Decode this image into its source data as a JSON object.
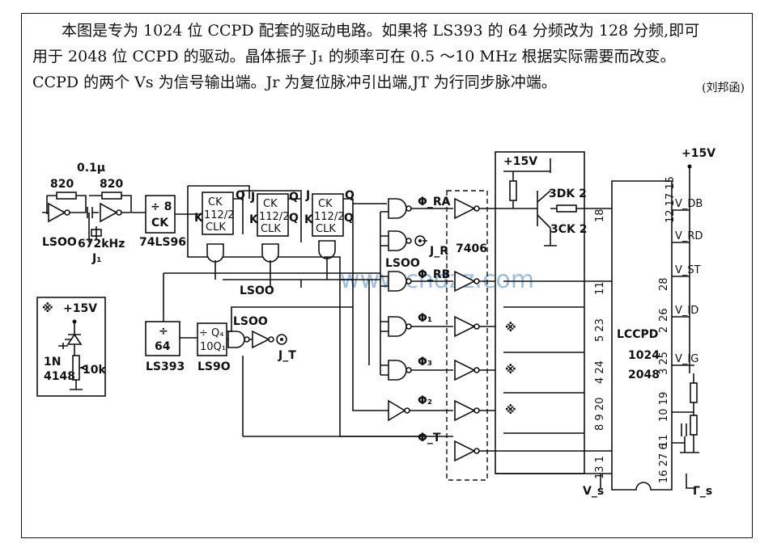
{
  "caption": {
    "line1": "本图是专为 1024 位 CCPD 配套的驱动电路。如果将 LS393 的 64 分频改为 128 分频,即可",
    "line2": "用于 2048 位 CCPD 的驱动。晶体振子 J₁ 的频率可在 0.5 ～10 MHz 根据实际需要而改变。",
    "line3": "CCPD 的两个 Vs 为信号输出端。Jr 为复位脉冲引出端,JT 为行同步脉冲端。",
    "credit": "(刘邦函)"
  },
  "watermark": "www.cndzz.com",
  "oscillator": {
    "r1": "820",
    "r2": "820",
    "cap": "0.1μ",
    "gate": "LSOO",
    "freq": "672kHz",
    "crystal": "J₁"
  },
  "divider": {
    "line1": "÷ 8",
    "line2": "CK",
    "part": "74LS96"
  },
  "flipflops": [
    {
      "ck": "CK",
      "type": "112/2",
      "clk": "CLK",
      "q": "Q",
      "k": "K"
    },
    {
      "ck": "CK",
      "type": "112/2",
      "clk": "CLK",
      "q": "Q",
      "qbar": "Q",
      "j": "J",
      "k": "K"
    },
    {
      "ck": "CK",
      "type": "112/2",
      "clk": "CLK",
      "q": "Q",
      "qbar": "Q",
      "j": "J",
      "k": "K"
    }
  ],
  "ls00_labels": {
    "mid": "LSOO",
    "bottom": "LSOO",
    "right": "LSOO"
  },
  "counter": {
    "div": "÷",
    "value": "64",
    "part": "LS393"
  },
  "ls90": {
    "div": "÷ Q₄",
    "sub": "10Q₁",
    "part": "LS9O"
  },
  "jt_label": "J_T",
  "jr_label": "J_R",
  "inverter_bank": "7406",
  "phase_labels": [
    "Φ_RA",
    "Φ_RB",
    "Φ₁",
    "Φ₃",
    "Φ₂",
    "Φ_T"
  ],
  "power": {
    "top": "+15V",
    "right": "+15V",
    "inset": "+15V"
  },
  "transistors": {
    "q1": "3DK 2",
    "q2": "3CK 2"
  },
  "ccpd": {
    "name": "LCCPD",
    "bits1": "1024",
    "bits2": "2048"
  },
  "pin_numbers_left": [
    "18",
    "11",
    "5 23",
    "4 24",
    "8 9 20",
    "13 1"
  ],
  "pin_numbers_right": [
    "12 17 15",
    "28",
    "26",
    "2",
    "3 25",
    "10 19",
    "11",
    "16 27 6"
  ],
  "pin_labels": [
    "V_DB",
    "V_RD",
    "V_ST",
    "V_ID",
    "V_IG",
    "V_s",
    "Γ_s"
  ],
  "inset": {
    "diode": "1N",
    "diode2": "4148",
    "pot": "10k",
    "mark": "※"
  },
  "star": "※"
}
